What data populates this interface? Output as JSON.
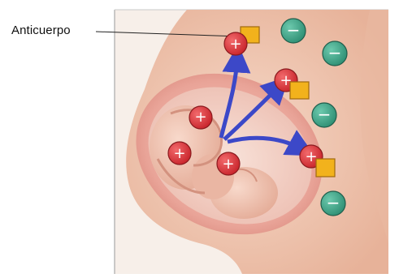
{
  "labels": {
    "antibody": "Anticuerpo"
  },
  "legend_symbols": {
    "positive": "+",
    "negative": "−"
  },
  "colors": {
    "positive_cell": "#e0393e",
    "negative_cell": "#3fa58a",
    "antibody": "#f2b21c",
    "arrow": "#3c48c8",
    "frame_background": "#f6ede6",
    "abdomen_skin": "#f2c9b4",
    "uterus": "#e8a59c",
    "fetus": "#f1c9b9"
  },
  "icons": {
    "positive_cell": "plus-circle",
    "negative_cell": "minus-circle",
    "antibody": "square-marker",
    "arrow": "curved-arrow"
  }
}
